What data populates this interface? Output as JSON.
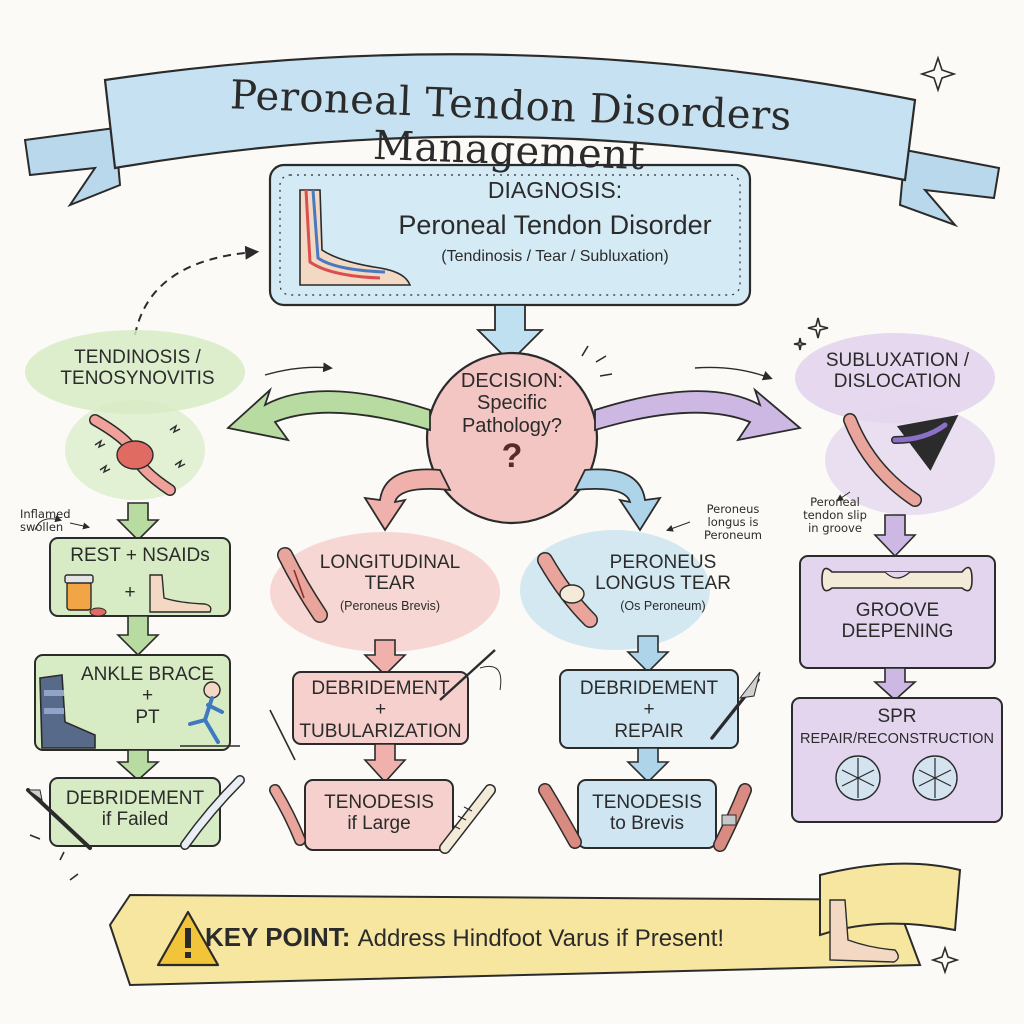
{
  "title": "Peroneal Tendon Disorders Management",
  "diagnosis": {
    "heading": "DIAGNOSIS:",
    "name": "Peroneal Tendon Disorder",
    "types": "(Tendinosis / Tear / Subluxation)"
  },
  "decision": {
    "line1": "DECISION:",
    "line2": "Specific",
    "line3": "Pathology?",
    "mark": "?"
  },
  "tendinosis": {
    "title1": "TENDINOSIS /",
    "title2": "TENOSYNOVITIS",
    "note1": "Inflamed",
    "note2": "swollen",
    "step1": "REST + NSAIDs",
    "step1_plus": "+",
    "step2_line1": "ANKLE BRACE",
    "step2_plus": "+",
    "step2_line2": "PT",
    "step3_line1": "DEBRIDEMENT",
    "step3_line2": "if Failed"
  },
  "longitudinal": {
    "title1": "LONGITUDINAL",
    "title2": "TEAR",
    "sub": "(Peroneus Brevis)",
    "step1_line1": "DEBRIDEMENT",
    "step1_plus": "+",
    "step1_line2": "TUBULARIZATION",
    "step2_line1": "TENODESIS",
    "step2_line2": "if Large"
  },
  "longus": {
    "note1": "Peroneus",
    "note2": "longus is",
    "note3": "Peroneum",
    "title1": "PERONEUS",
    "title2": "LONGUS TEAR",
    "sub": "(Os Peroneum)",
    "step1_line1": "DEBRIDEMENT",
    "step1_plus": "+",
    "step1_line2": "REPAIR",
    "step2_line1": "TENODESIS",
    "step2_line2": "to Brevis"
  },
  "subluxation": {
    "title1": "SUBLUXATION /",
    "title2": "DISLOCATION",
    "note1": "Peroneal",
    "note2": "tendon slip",
    "note3": "in groove",
    "step1_line1": "GROOVE",
    "step1_line2": "DEEPENING",
    "step2_line1": "SPR",
    "step2_line2": "REPAIR/RECONSTRUCTION"
  },
  "key_point": {
    "label": "KEY POINT:",
    "text": "Address Hindfoot Varus if Present!"
  },
  "colors": {
    "blue": "#cfe6f2",
    "blue_stroke": "#5aa0c8",
    "green": "#d8ecc6",
    "green_stroke": "#6aa54a",
    "red": "#f6d2cf",
    "red_stroke": "#d97c7c",
    "purple": "#e3d6ee",
    "purple_stroke": "#9a7ac0",
    "yellow": "#f8eaa6",
    "ink": "#2b2b2b"
  }
}
